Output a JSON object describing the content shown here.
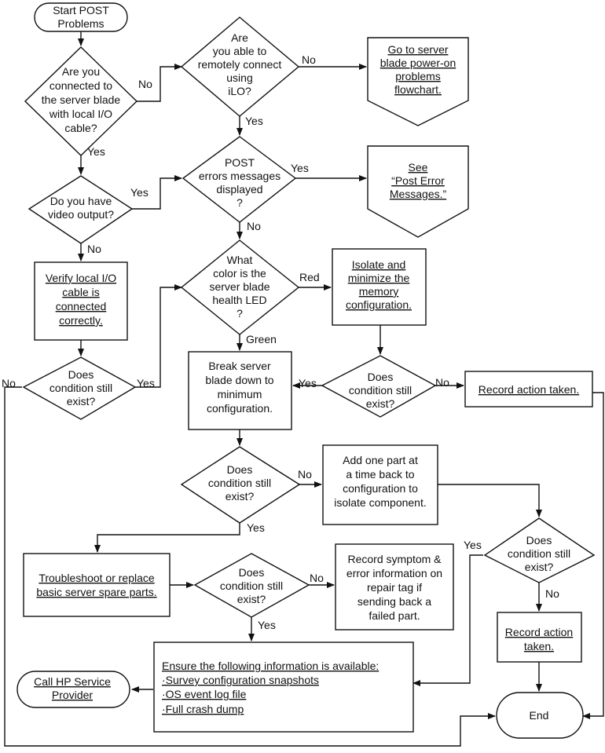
{
  "terminals": {
    "start": [
      "Start POST",
      "Problems"
    ],
    "end": [
      "End"
    ],
    "call_hp": [
      "Call HP Service",
      "Provider"
    ]
  },
  "decisions": {
    "connected_local_io": [
      "Are you",
      "connected to",
      "the server blade",
      "with local I/O",
      "cable?"
    ],
    "remote_ilo": [
      "Are",
      "you able to",
      "remotely connect",
      "using",
      "iLO?"
    ],
    "video_output": [
      "Do you have",
      "video output?"
    ],
    "post_errors": [
      "POST",
      "errors messages",
      "displayed",
      "?"
    ],
    "health_led": [
      "What",
      "color is the",
      "server blade",
      "health LED",
      "?"
    ],
    "cond_left": [
      "Does",
      "condition still",
      "exist?"
    ],
    "cond_mid": [
      "Does",
      "condition still",
      "exist?"
    ],
    "cond_center": [
      "Does",
      "condition still",
      "exist?"
    ],
    "cond_right": [
      "Does",
      "condition still",
      "exist?"
    ],
    "cond_bottom": [
      "Does",
      "condition still",
      "exist?"
    ]
  },
  "links": {
    "poweron_flowchart": [
      "Go to server",
      "blade power-on",
      "problems",
      "flowchart."
    ],
    "post_error_messages": [
      "See",
      "“Post Error",
      "Messages.”"
    ]
  },
  "processes": {
    "verify_cable": [
      "Verify local I/O",
      "cable is",
      "connected",
      "correctly."
    ],
    "isolate_memory": [
      "Isolate and",
      "minimize the",
      "memory",
      "configuration."
    ],
    "break_down": [
      "Break server",
      "blade down to",
      "minimum",
      "configuration."
    ],
    "record_action_1": [
      "Record action taken."
    ],
    "add_part": [
      "Add one part at",
      "a time back to",
      "configuration to",
      "isolate component."
    ],
    "troubleshoot": [
      "Troubleshoot or replace",
      "basic server spare parts."
    ],
    "record_symptom": [
      "Record symptom &",
      "error information on",
      "repair tag if",
      "sending back a",
      "failed part."
    ],
    "record_action_2": [
      "Record action",
      "taken."
    ],
    "ensure_info": {
      "title": "Ensure the following information is available:",
      "items": [
        "·Survey configuration snapshots",
        "·OS event log file",
        "·Full crash dump"
      ]
    }
  },
  "edge_labels": {
    "connected_no": "No",
    "connected_yes": "Yes",
    "ilo_no": "No",
    "ilo_yes": "Yes",
    "video_yes": "Yes",
    "video_no": "No",
    "post_yes": "Yes",
    "post_no": "No",
    "led_red": "Red",
    "led_green": "Green",
    "cond_left_no": "No",
    "cond_left_yes": "Yes",
    "cond_mid_yes": "Yes",
    "cond_mid_no": "No",
    "cond_center_no": "No",
    "cond_center_yes": "Yes",
    "cond_right_yes": "Yes",
    "cond_right_no": "No",
    "cond_bottom_no": "No",
    "cond_bottom_yes": "Yes"
  }
}
